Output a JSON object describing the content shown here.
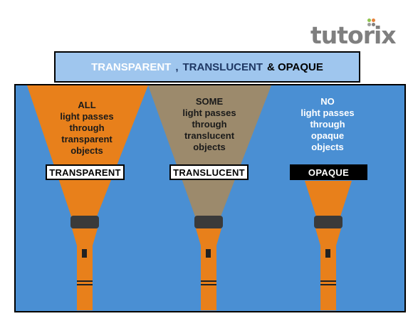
{
  "logo": {
    "text": "tutorix",
    "dot_colors": [
      "#8fc44f",
      "#e6813b",
      "#9b9b9b",
      "#7f7f7f"
    ]
  },
  "title": {
    "part1": "TRANSPARENT",
    "sep": ",",
    "part2": "TRANSLUCENT",
    "part3": "& OPAQUE",
    "colors": {
      "part1": "#ffffff",
      "part2": "#1f3864",
      "part3": "#000000"
    }
  },
  "colors": {
    "panel": "#4a8fd3",
    "torch_body": "#e8801b",
    "torch_head": "#3a3a3a",
    "beam_transparent": "#e8801b",
    "beam_translucent": "#9c8a6c",
    "beam_opaque": "#e8801b"
  },
  "torches": [
    {
      "label": "TRANSPARENT",
      "style": "light",
      "lines": [
        "ALL",
        "light passes",
        "through",
        "transparent",
        "objects"
      ]
    },
    {
      "label": "TRANSLUCENT",
      "style": "light",
      "lines": [
        "SOME",
        "light passes",
        "through",
        "translucent",
        "objects"
      ]
    },
    {
      "label": "OPAQUE",
      "style": "dark",
      "lines": [
        "NO",
        "light passes",
        "through",
        "opaque",
        "objects"
      ]
    }
  ]
}
